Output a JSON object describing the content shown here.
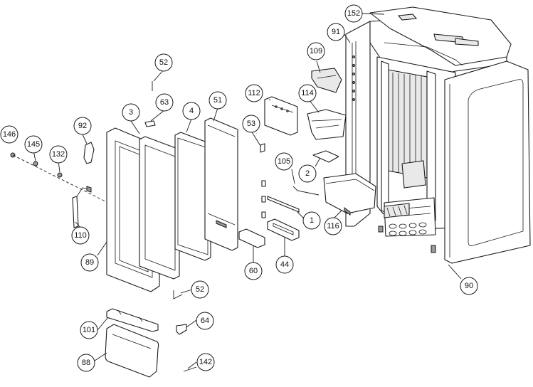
{
  "diagram": {
    "callouts": [
      {
        "id": "152",
        "label": "152"
      },
      {
        "id": "91",
        "label": "91"
      },
      {
        "id": "109",
        "label": "109"
      },
      {
        "id": "52a",
        "label": "52"
      },
      {
        "id": "112",
        "label": "112"
      },
      {
        "id": "114",
        "label": "114"
      },
      {
        "id": "63",
        "label": "63"
      },
      {
        "id": "3",
        "label": "3"
      },
      {
        "id": "4",
        "label": "4"
      },
      {
        "id": "51",
        "label": "51"
      },
      {
        "id": "53",
        "label": "53"
      },
      {
        "id": "92",
        "label": "92"
      },
      {
        "id": "146",
        "label": "146"
      },
      {
        "id": "145",
        "label": "145"
      },
      {
        "id": "132",
        "label": "132"
      },
      {
        "id": "105",
        "label": "105"
      },
      {
        "id": "2",
        "label": "2"
      },
      {
        "id": "1",
        "label": "1"
      },
      {
        "id": "116",
        "label": "116"
      },
      {
        "id": "110",
        "label": "110"
      },
      {
        "id": "89",
        "label": "89"
      },
      {
        "id": "60",
        "label": "60"
      },
      {
        "id": "44",
        "label": "44"
      },
      {
        "id": "90",
        "label": "90"
      },
      {
        "id": "52b",
        "label": "52"
      },
      {
        "id": "64",
        "label": "64"
      },
      {
        "id": "101",
        "label": "101"
      },
      {
        "id": "88",
        "label": "88"
      },
      {
        "id": "142",
        "label": "142"
      }
    ]
  }
}
